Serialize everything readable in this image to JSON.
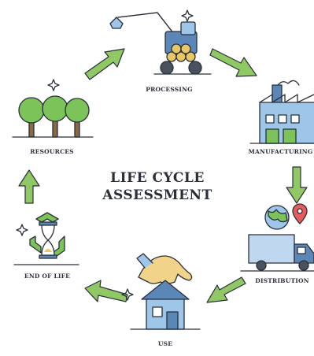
{
  "title": {
    "line1": "LIFE CYCLE",
    "line2": "ASSESSMENT"
  },
  "stages": {
    "processing": "PROCESSING",
    "manufacturing": "MANUFACTURING",
    "distribution": "DISTRIBUTION",
    "use": "USE",
    "end_of_life": "END OF LIFE",
    "resources": "RESOURCES"
  },
  "colors": {
    "arrow": "#8fc864",
    "tree": "#7cc35a",
    "outline": "#2b2f3a",
    "building": "#9ec6e8",
    "truck": "#bfd8ef",
    "recycle": "#7cc35a",
    "sand": "#e8c766",
    "hand": "#f2d38a"
  }
}
